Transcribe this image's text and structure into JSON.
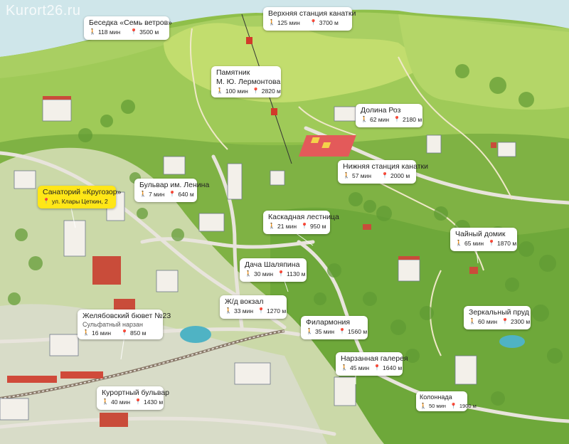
{
  "watermark": "Kurort26.ru",
  "walk_icon": "walking-person-icon",
  "pin_icon": "location-pin-icon",
  "colors": {
    "highlight": "#ffe617",
    "forest": "#8fbf4a",
    "mountain": "#b7d86a",
    "road": "#e8e4dc",
    "sky": "#cfe6ea"
  },
  "labels": {
    "seven_winds": {
      "title": "Беседка «Семь ветров»",
      "time": "118 мин",
      "dist": "3500 м"
    },
    "upper_cable": {
      "title": "Верхняя станция канатки",
      "time": "125 мин",
      "dist": "3700 м"
    },
    "lermontov": {
      "title": "Памятник",
      "title2": "М. Ю. Лермонтова",
      "time": "100 мин",
      "dist": "2820 м"
    },
    "rose_valley": {
      "title": "Долина Роз",
      "time": "62 мин",
      "dist": "2180 м"
    },
    "lower_cable": {
      "title": "Нижняя станция канатки",
      "time": "57 мин",
      "dist": "2000 м"
    },
    "lenin_blvd": {
      "title": "Бульвар им. Ленина",
      "time": "7 мин",
      "dist": "640 м"
    },
    "sanatorium": {
      "title": "Санаторий «Кругозор»",
      "address": "ул. Клары Цеткин, 2"
    },
    "cascade": {
      "title": "Каскадная лестница",
      "time": "21 мин",
      "dist": "950 м"
    },
    "tea_house": {
      "title": "Чайный домик",
      "time": "65 мин",
      "dist": "1870 м"
    },
    "shalyapin": {
      "title": "Дача Шаляпина",
      "time": "30 мин",
      "dist": "1130 м"
    },
    "railway": {
      "title": "Ж/д вокзал",
      "time": "33 мин",
      "dist": "1270 м"
    },
    "pump_room": {
      "title": "Желябовский бювет №23",
      "sub": "Сульфатный нарзан",
      "time": "16 мин",
      "dist": "850 м"
    },
    "philharmonic": {
      "title": "Филармония",
      "time": "35 мин",
      "dist": "1560 м"
    },
    "mirror_pond": {
      "title": "Зеркальный пруд",
      "time": "60 мин",
      "dist": "2300 м"
    },
    "narzan_gallery": {
      "title": "Нарзанная галерея",
      "time": "45 мин",
      "dist": "1640 м"
    },
    "resort_blvd": {
      "title": "Курортный бульвар",
      "time": "40 мин",
      "dist": "1430 м"
    },
    "colonnade": {
      "title": "Колоннада",
      "time": "50 мин",
      "dist": "1900 м"
    }
  }
}
